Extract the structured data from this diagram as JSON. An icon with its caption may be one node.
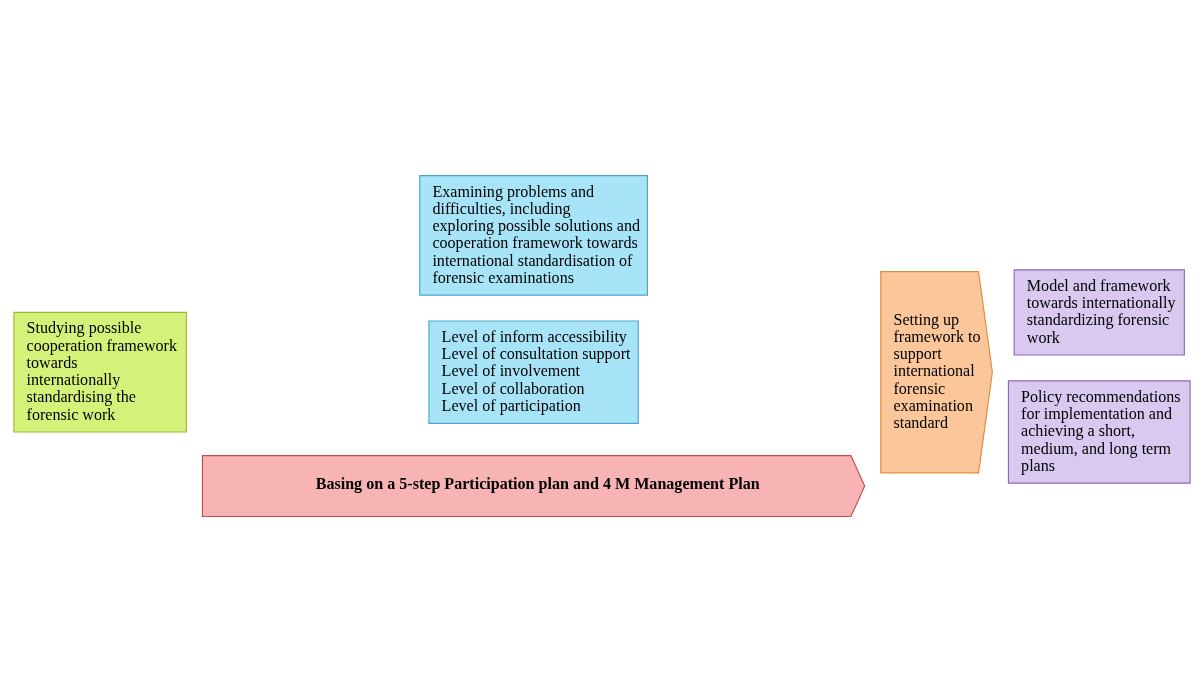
{
  "diagram": {
    "nodes": [
      {
        "text": [
          "Studying possible cooperation framework towards internationally standardising the forensic work"
        ]
      },
      {
        "text": [
          "Examining problems and difficulties, including exploring possible solutions and cooperation framework towards international standardisation of forensic examinations"
        ]
      },
      {
        "text": [
          "Level of inform accessibility",
          "Level of consultation support",
          "Level of involvement",
          "Level of collaboration",
          "Level of participation"
        ]
      },
      {
        "text": [
          "Setting up framework to support international forensic examination standard"
        ]
      },
      {
        "text": [
          "Model and framework towards internationally standardizing forensic work"
        ]
      },
      {
        "text": [
          "Policy recommendations for implementation and achieving a short, medium, and long term plans"
        ]
      },
      {
        "text": [
          "Basing on a 5-step Participation plan and 4 M Management Plan"
        ]
      }
    ]
  }
}
